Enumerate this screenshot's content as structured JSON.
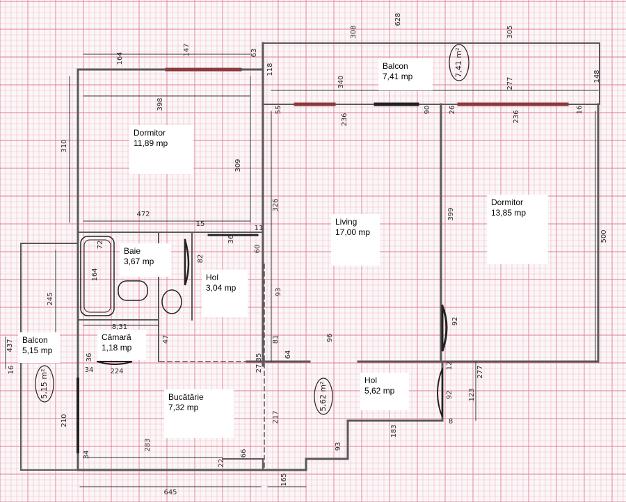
{
  "colors": {
    "grid_minor": "#f2b9c5",
    "grid_major": "#e07b92",
    "wall": "#5a5a5a",
    "ink": "#222222"
  },
  "rooms": [
    {
      "id": "dormitor-1",
      "name": "Dormitor",
      "area": "11,89 mp"
    },
    {
      "id": "balcon-top",
      "name": "Balcon",
      "area": "7,41 mp"
    },
    {
      "id": "dormitor-2",
      "name": "Dormitor",
      "area": "13,85 mp"
    },
    {
      "id": "living",
      "name": "Living",
      "area": "17,00 mp"
    },
    {
      "id": "baie",
      "name": "Baie",
      "area": "3,67 mp"
    },
    {
      "id": "hol-1",
      "name": "Hol",
      "area": "3,04 mp"
    },
    {
      "id": "camara",
      "name": "Cămară",
      "area": "1,18 mp"
    },
    {
      "id": "balcon-left",
      "name": "Balcon",
      "area": "5,15 mp"
    },
    {
      "id": "bucatarie",
      "name": "Bucătărie",
      "area": "7,32 mp"
    },
    {
      "id": "hol-2",
      "name": "Hol",
      "area": "5,62 mp"
    }
  ],
  "handwritten_areas": [
    "7,41 m²",
    "5,15 m²",
    "5,62 m²"
  ],
  "dimensions": [
    "164",
    "147",
    "63",
    "308",
    "628",
    "305",
    "118",
    "148",
    "340",
    "277",
    "55",
    "236",
    "90",
    "26",
    "236",
    "16",
    "398",
    "310",
    "309",
    "472",
    "15",
    "36",
    "11",
    "326",
    "399",
    "500",
    "72",
    "164",
    "60",
    "93",
    "92",
    "82",
    "245",
    "437",
    "8,31",
    "47",
    "81",
    "36",
    "224",
    "34",
    "96",
    "64",
    "35",
    "27",
    "12",
    "277",
    "123",
    "92",
    "183",
    "93",
    "217",
    "210",
    "283",
    "22",
    "66",
    "34",
    "645",
    "165",
    "16",
    "8"
  ]
}
